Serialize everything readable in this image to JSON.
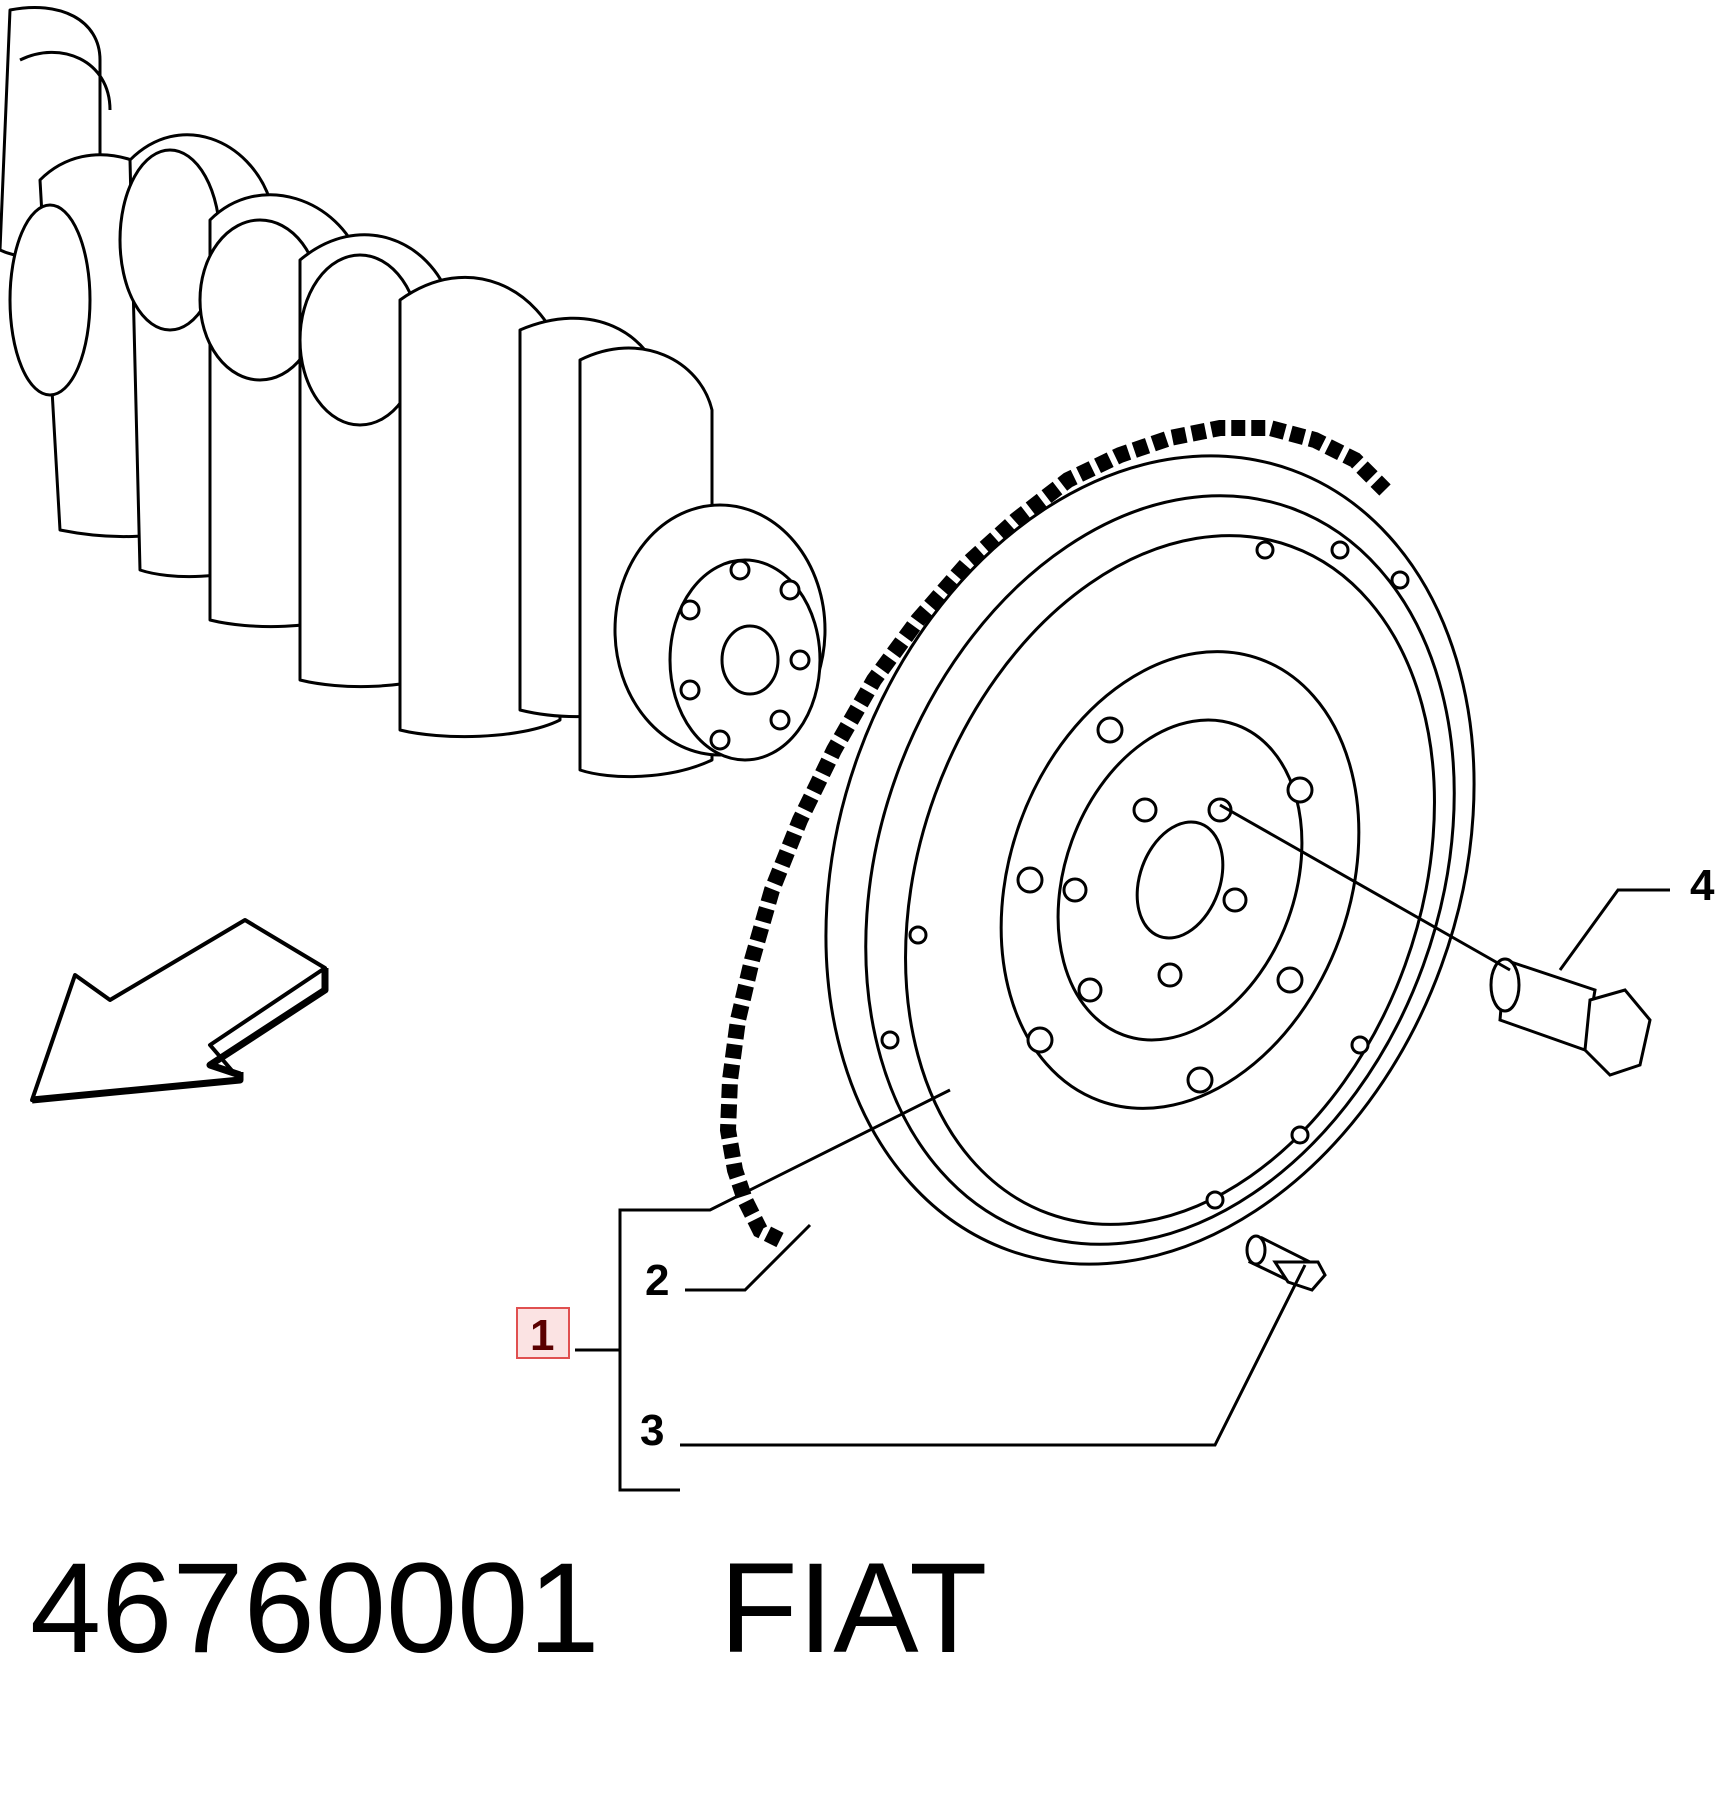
{
  "callouts": {
    "c1": "1",
    "c2": "2",
    "c3": "3",
    "c4": "4"
  },
  "caption": {
    "part_number": "46760001",
    "brand": "FIAT"
  },
  "colors": {
    "line": "#000000",
    "highlight_border": "#e05050",
    "highlight_fill": "#fbe3e3"
  }
}
